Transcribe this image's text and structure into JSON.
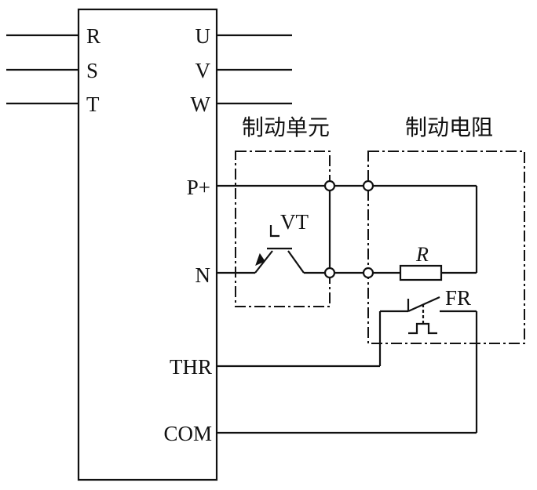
{
  "diagram": {
    "input_terminals": [
      "R",
      "S",
      "T"
    ],
    "output_terminals": [
      "U",
      "V",
      "W"
    ],
    "dc_terminals": [
      "P+",
      "N"
    ],
    "signal_terminals": [
      "THR",
      "COM"
    ],
    "braking_unit_label": "制动单元",
    "braking_resistor_label": "制动电阻",
    "transistor_label": "VT",
    "resistor_label": "R",
    "relay_label": "FR"
  }
}
